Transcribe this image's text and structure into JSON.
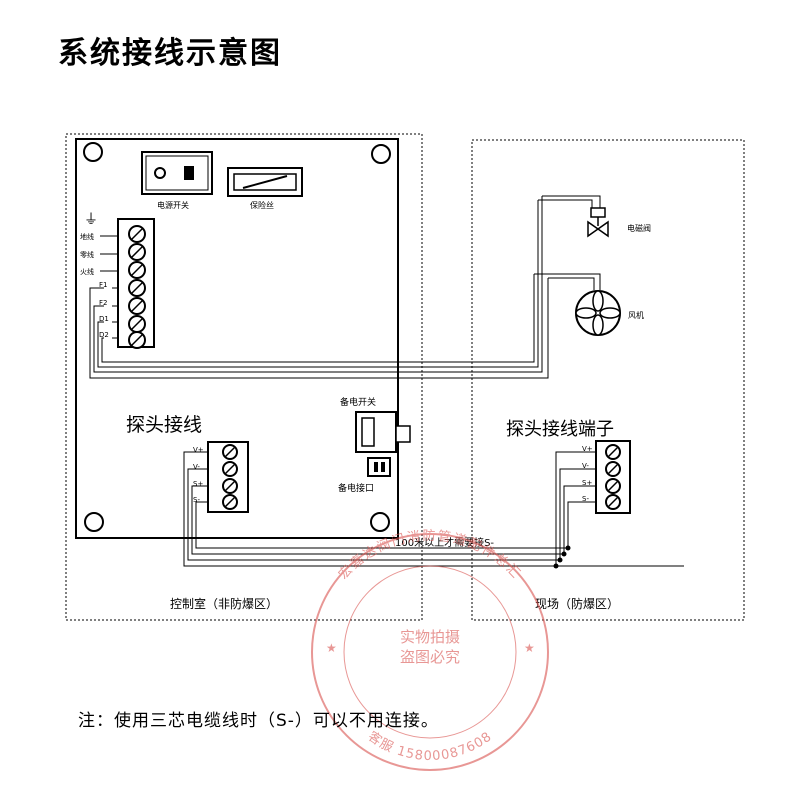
{
  "title": "系统接线示意图",
  "control_room": {
    "zone_label": "控制室（非防爆区）",
    "power_switch_label": "电源开关",
    "fuse_label": "保险丝",
    "ground_symbol": "⏚",
    "terminal_labels": [
      "地线",
      "零线",
      "火线",
      "F1",
      "F2",
      "D1",
      "D2"
    ],
    "probe_wiring_label": "探头接线",
    "probe_terminal_labels": [
      "V+",
      "V-",
      "S+",
      "S-"
    ],
    "backup_switch_label": "备电开关",
    "backup_port_label": "备电接口"
  },
  "field": {
    "zone_label": "现场（防爆区）",
    "valve_label": "电磁阀",
    "fan_label": "风机",
    "probe_terminal_block_label": "探头接线端子",
    "probe_terminal_labels": [
      "V+",
      "V-",
      "S+",
      "S-"
    ]
  },
  "cable_note": "100米以上才需要接S-",
  "watermark": {
    "top_arc": "宏嘉达阀门消防管道配件总汇",
    "bottom_arc": "客服 15800087608",
    "line1": "实物拍摄",
    "line2": "盗图必究",
    "color": "#d9534f"
  },
  "footnote": "注：使用三芯电缆线时（S-）可以不用连接。"
}
